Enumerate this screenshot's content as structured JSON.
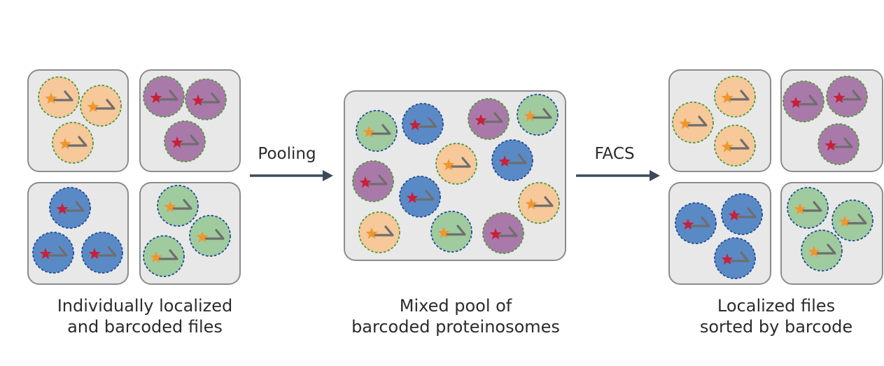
{
  "palette": {
    "panel_fill": "#e8e8e8",
    "panel_stroke": "#8c8c8c",
    "arrow": "#3b4b5c",
    "star_orange": "#f0962c",
    "star_red": "#c8203a",
    "linker": "#6e6e6e"
  },
  "particle_kinds": {
    "orange": {
      "fill": "#f6c89a",
      "border": "#4f9a3a",
      "star": "#f0962c"
    },
    "purple": {
      "fill": "#a97aa9",
      "border": "#4f9a3a",
      "star": "#c8203a"
    },
    "blue": {
      "fill": "#5a8ac6",
      "border": "#1f4e96",
      "star": "#c8203a"
    },
    "green": {
      "fill": "#9fcb9f",
      "border": "#1f4e96",
      "star": "#f0962c"
    }
  },
  "arrows": {
    "pooling": "Pooling",
    "facs": "FACS"
  },
  "captions": {
    "left_line1": "Individually localized",
    "left_line2": "and barcoded files",
    "middle_line1": "Mixed pool of",
    "middle_line2": "barcoded proteinosomes",
    "right_line1": "Localized files",
    "right_line2": "sorted by barcode"
  },
  "groups": {
    "left_panels": [
      "orange",
      "purple",
      "blue",
      "green"
    ],
    "middle_mixture": [
      "green",
      "blue",
      "purple",
      "green",
      "orange",
      "blue",
      "purple",
      "blue",
      "orange",
      "orange",
      "green",
      "purple"
    ],
    "right_panels": [
      "orange",
      "purple",
      "blue",
      "green"
    ]
  }
}
